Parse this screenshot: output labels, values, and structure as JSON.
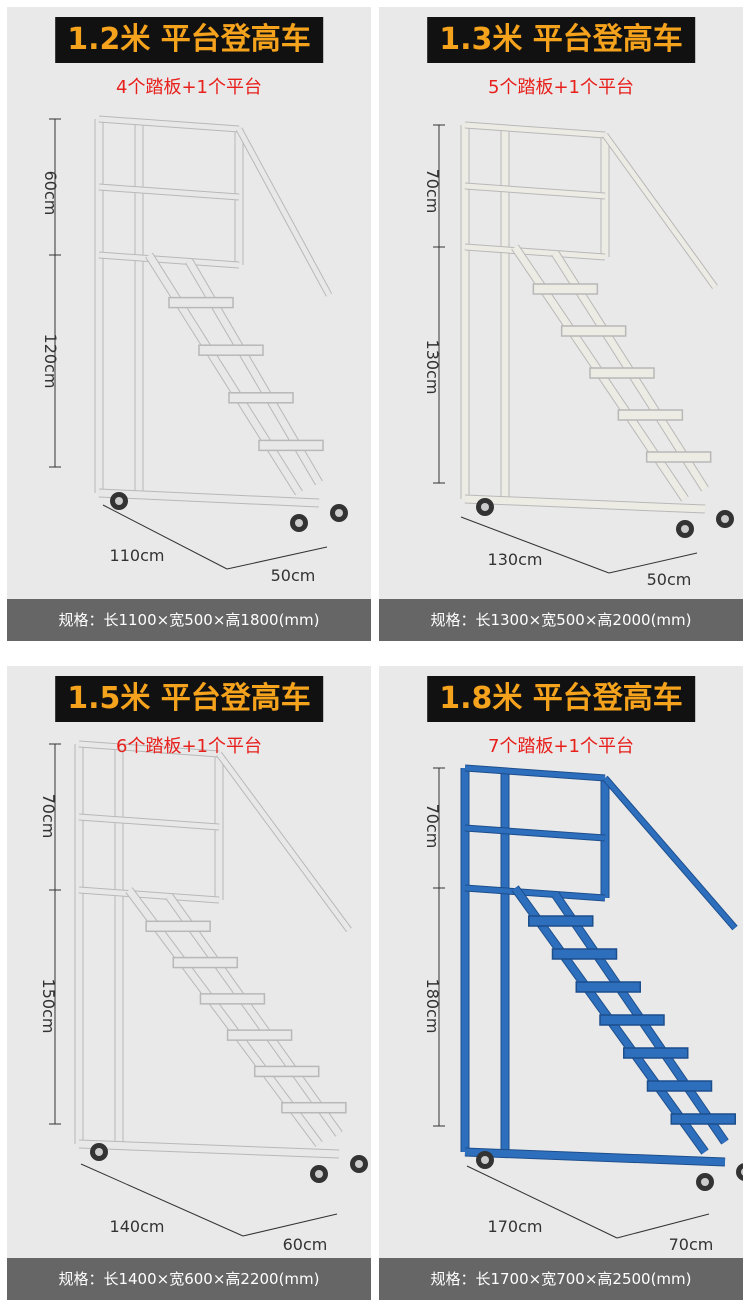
{
  "panels": [
    {
      "title": "1.2米 平台登高车",
      "subtitle": "4个踏板+1个平台",
      "height_top": "60cm",
      "height_bottom": "120cm",
      "length": "110cm",
      "width": "50cm",
      "spec": "规格：长1100×宽500×高1800(mm)",
      "color": "#e8e8e8"
    },
    {
      "title": "1.3米 平台登高车",
      "subtitle": "5个踏板+1个平台",
      "height_top": "70cm",
      "height_bottom": "130cm",
      "length": "130cm",
      "width": "50cm",
      "spec": "规格：长1300×宽500×高2000(mm)",
      "color": "#ecebe4"
    },
    {
      "title": "1.5米 平台登高车",
      "subtitle": "6个踏板+1个平台",
      "height_top": "70cm",
      "height_bottom": "150cm",
      "length": "140cm",
      "width": "60cm",
      "spec": "规格：长1400×宽600×高2200(mm)",
      "color": "#e8e8e8"
    },
    {
      "title": "1.8米 平台登高车",
      "subtitle": "7个踏板+1个平台",
      "height_top": "70cm",
      "height_bottom": "180cm",
      "length": "170cm",
      "width": "70cm",
      "spec": "规格：长1700×宽700×高2500(mm)",
      "color": "#2d6fbd"
    }
  ]
}
